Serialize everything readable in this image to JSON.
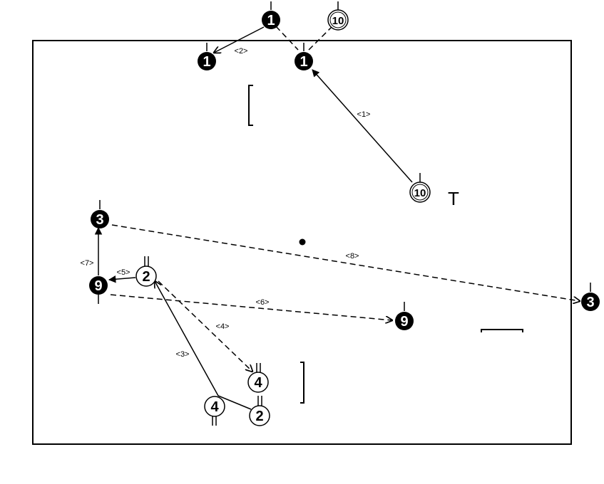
{
  "diagram": {
    "coach_mark": "T",
    "players": {
      "p1_top": {
        "label": "1",
        "style": "filled"
      },
      "p1_left": {
        "label": "1",
        "style": "filled"
      },
      "p1_right": {
        "label": "1",
        "style": "filled"
      },
      "p10_top": {
        "label": "10",
        "style": "outline"
      },
      "p10_mid": {
        "label": "10",
        "style": "outline"
      },
      "p3_left": {
        "label": "3",
        "style": "filled"
      },
      "p3_right": {
        "label": "3",
        "style": "filled"
      },
      "p9_left": {
        "label": "9",
        "style": "filled"
      },
      "p9_mid": {
        "label": "9",
        "style": "filled"
      },
      "p2_top": {
        "label": "2",
        "style": "outline"
      },
      "p2_bottom": {
        "label": "2",
        "style": "outline"
      },
      "p4_left": {
        "label": "4",
        "style": "outline"
      },
      "p4_right": {
        "label": "4",
        "style": "outline"
      }
    },
    "steps": {
      "s1": "<1>",
      "s2": "<2>",
      "s3": "<3>",
      "s4": "<4>",
      "s5": "<5>",
      "s6": "<6>",
      "s7": "<7>",
      "s8": "<8>"
    },
    "colors": {
      "ink": "#000000",
      "paper": "#ffffff"
    }
  }
}
